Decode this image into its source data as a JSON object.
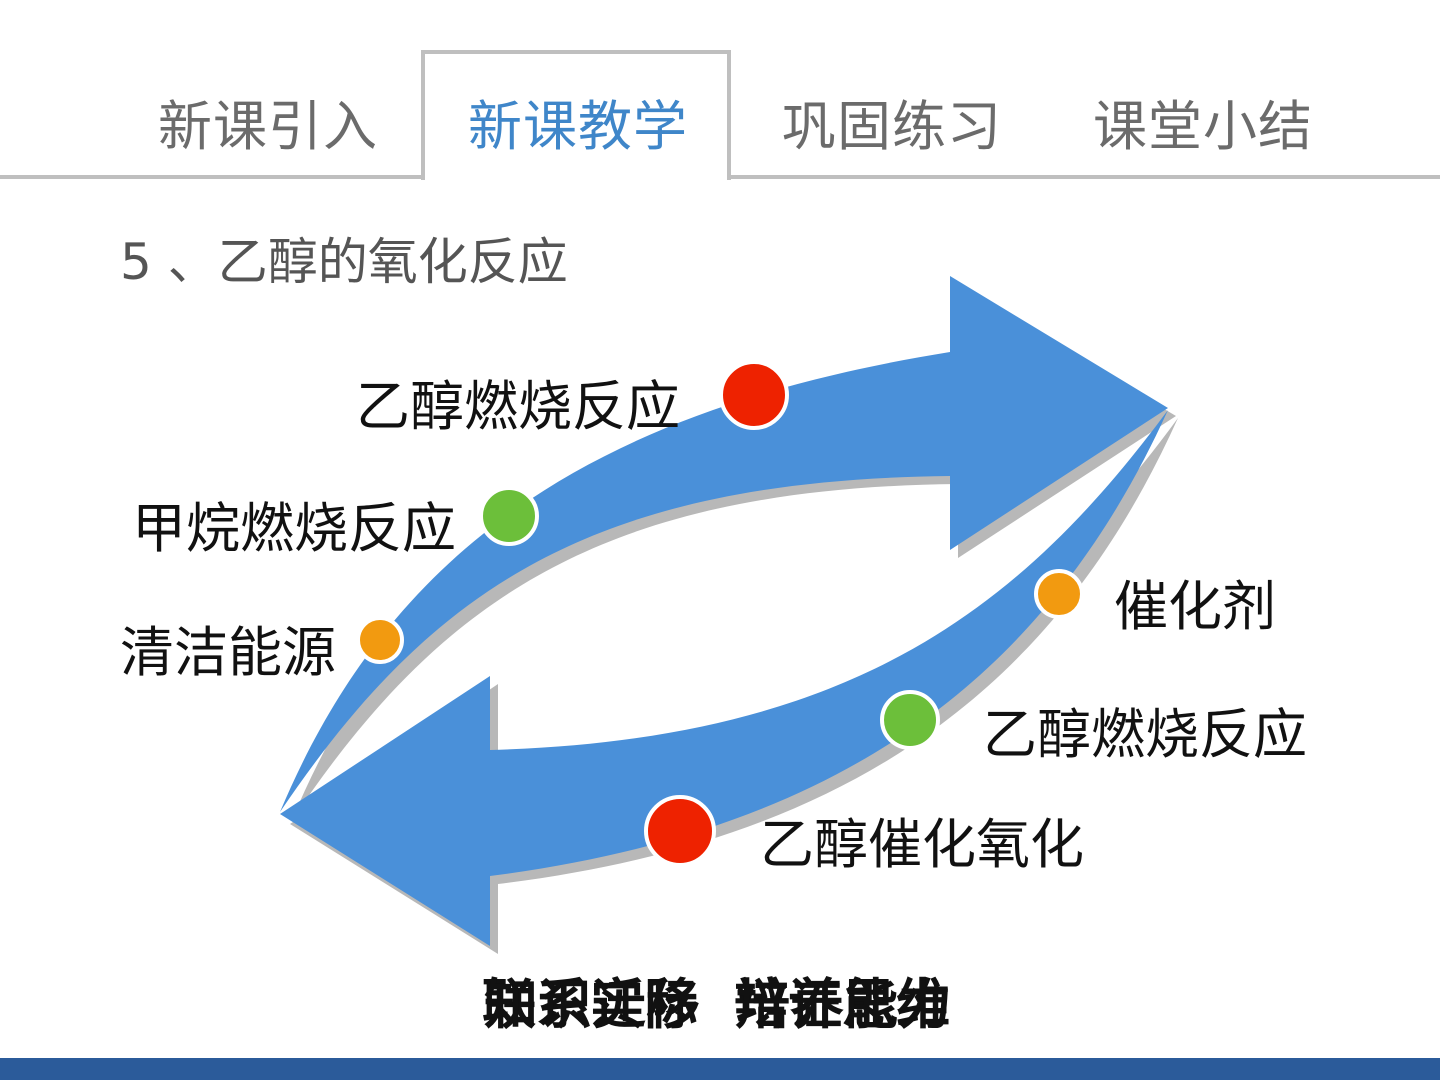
{
  "nav": {
    "tabs": [
      {
        "label": "新课引入"
      },
      {
        "label": "新课教学"
      },
      {
        "label": "巩固练习"
      },
      {
        "label": "课堂小结"
      }
    ],
    "active_index": 1
  },
  "section_title": "5 、乙醇的氧化反应",
  "diagram": {
    "upper_labels": [
      "乙醇燃烧反应",
      "甲烷燃烧反应",
      "清洁能源"
    ],
    "lower_labels": [
      "催化剂",
      "乙醇燃烧反应",
      "乙醇催化氧化"
    ],
    "bottom_overlap": [
      "联系实际",
      "辩证思维",
      "知识迁移",
      "培养能力"
    ]
  },
  "colors": {
    "arrow": "#4a90d9",
    "shadow": "#b8b8b8",
    "red_dot": "#ee2200",
    "green_dot": "#6cbf3a",
    "orange_dot": "#f29a10",
    "accent_tab": "#3f86c9",
    "footer": "#2b5b9a"
  }
}
